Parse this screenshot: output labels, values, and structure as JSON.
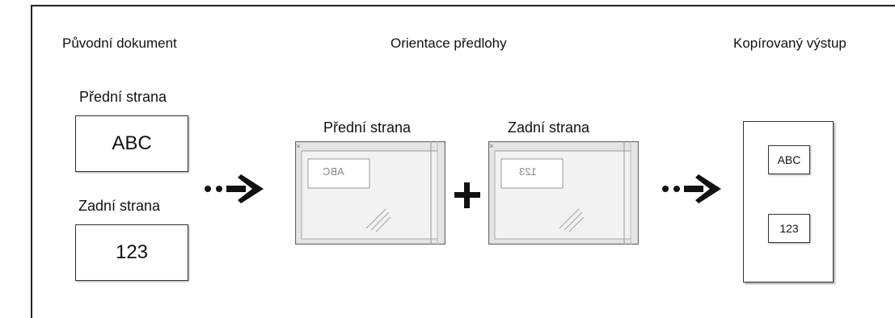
{
  "headings": {
    "original": "Původní dokument",
    "orientation": "Orientace předlohy",
    "output": "Kopírovaný výstup"
  },
  "original_doc": {
    "front_label": "Přední strana",
    "front_text": "ABC",
    "back_label": "Zadní strana",
    "back_text": "123"
  },
  "glass": {
    "front_label": "Přední strana",
    "front_text": "ABC",
    "back_label": "Zadní strana",
    "back_text": "123",
    "plus": "+"
  },
  "output_page": {
    "front_text": "ABC",
    "back_text": "123"
  },
  "icons": [
    "dotted-arrow-icon",
    "plus-icon",
    "glass-reflection-icon"
  ]
}
